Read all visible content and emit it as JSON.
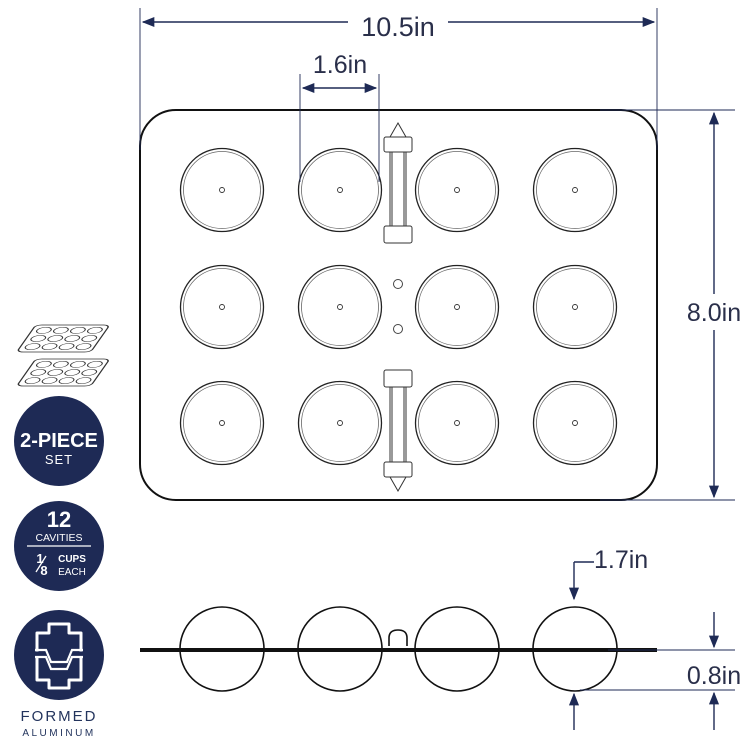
{
  "dimensions": {
    "width": "10.5in",
    "cavity_diameter": "1.6in",
    "height": "8.0in",
    "cavity_top_width": "1.7in",
    "depth": "0.8in"
  },
  "badges": {
    "set": {
      "big": "2-PIECE",
      "small": "SET"
    },
    "cavities": {
      "count": "12",
      "label": "CAVITIES",
      "fraction_num": "1",
      "fraction_den": "8",
      "unit": "CUPS",
      "each": "EACH"
    },
    "material": {
      "line1": "FORMED",
      "line2": "ALUMINUM"
    }
  },
  "icons": {
    "set": "stacked-pans-icon",
    "material": "formed-aluminum-icon"
  },
  "colors": {
    "navy": "#1e2a55",
    "outline": "#111111"
  },
  "pan": {
    "rows": 3,
    "cols": 4,
    "cavities": 12
  }
}
